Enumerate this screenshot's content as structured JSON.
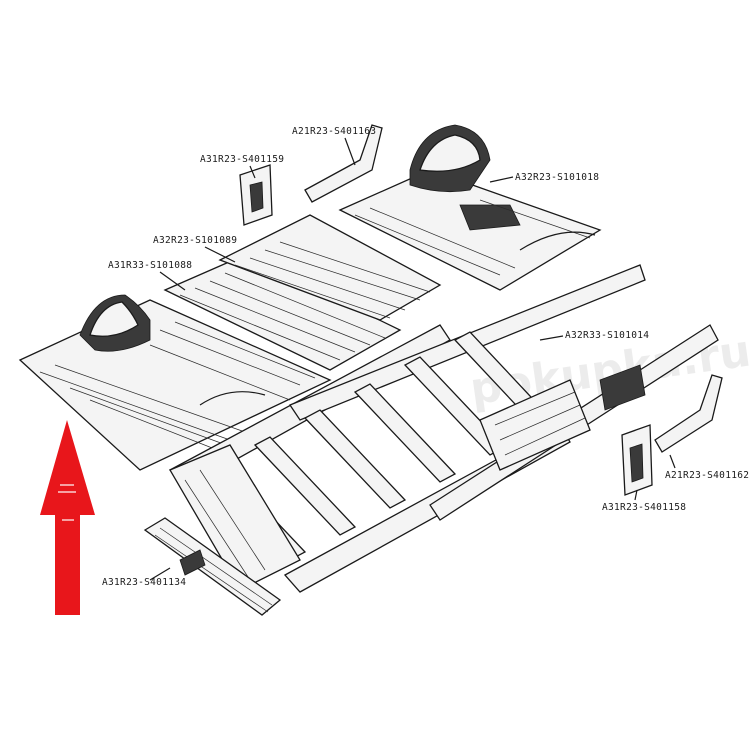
{
  "parts": [
    {
      "id": "p1",
      "code": "A21R23-S401163"
    },
    {
      "id": "p2",
      "code": "A31R23-S401159"
    },
    {
      "id": "p3",
      "code": "A32R23-S101018"
    },
    {
      "id": "p4",
      "code": "A32R23-S101089"
    },
    {
      "id": "p5",
      "code": "A31R33-S101088"
    },
    {
      "id": "p6",
      "code": "A32R33-S101014"
    },
    {
      "id": "p7",
      "code": "A21R23-S401162"
    },
    {
      "id": "p8",
      "code": "A31R23-S401158"
    },
    {
      "id": "p9",
      "code": "A31R23-S401134"
    }
  ],
  "watermark": "pokupka.ru",
  "colors": {
    "arrow": "#e8161b",
    "line": "#1a1a1a",
    "panel": "#f4f4f4"
  }
}
